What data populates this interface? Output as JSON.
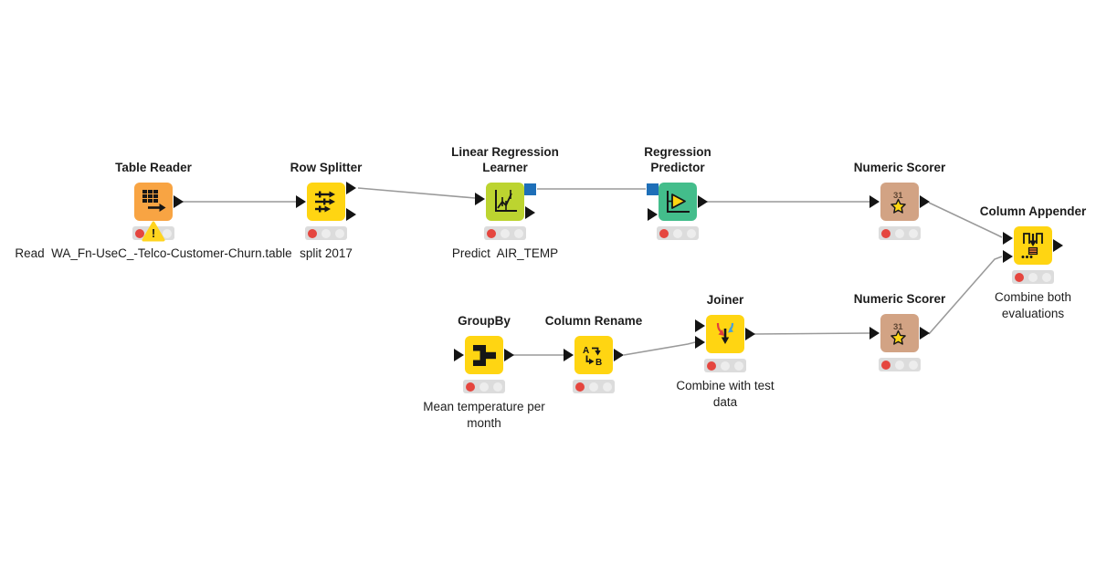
{
  "app": "KNIME workflow canvas",
  "palette": {
    "node_yellow": "#FFD512",
    "node_orange": "#F8A443",
    "node_lime": "#BCD430",
    "node_green": "#43BD8B",
    "node_tan": "#D2A384",
    "model_port_blue": "#1E6FB8",
    "status_red": "#E5463F",
    "warning_yellow": "#FFD41F",
    "edge_gray": "#9A9A9A"
  },
  "nodes": {
    "table_reader": {
      "title": "Table Reader",
      "annotation": "Read  WA_Fn-UseC_-Telco-Customer-Churn.table",
      "traffic_light": "red",
      "warning_badge": "!"
    },
    "row_splitter": {
      "title": "Row Splitter",
      "annotation": "split 2017",
      "traffic_light": "red"
    },
    "linear_regression_learner": {
      "title": "Linear Regression Learner",
      "annotation": "Predict  AIR_TEMP",
      "traffic_light": "red"
    },
    "regression_predictor": {
      "title": "Regression Predictor",
      "traffic_light": "red"
    },
    "numeric_scorer_top": {
      "title": "Numeric Scorer",
      "icon_text": "31",
      "traffic_light": "red"
    },
    "column_appender": {
      "title": "Column Appender",
      "annotation": "Combine both evaluations",
      "traffic_light": "red"
    },
    "groupby": {
      "title": "GroupBy",
      "annotation": "Mean temperature per month",
      "traffic_light": "red"
    },
    "column_rename": {
      "title": "Column Rename",
      "icon_text_a": "A",
      "icon_text_b": "B",
      "traffic_light": "red"
    },
    "joiner": {
      "title": "Joiner",
      "annotation": "Combine with test data",
      "traffic_light": "red"
    },
    "numeric_scorer_bottom": {
      "title": "Numeric Scorer",
      "icon_text": "31",
      "traffic_light": "red"
    }
  },
  "connections": [
    {
      "from": "table_reader",
      "from_port": "data",
      "to": "row_splitter",
      "to_port": "data"
    },
    {
      "from": "row_splitter",
      "from_port": "matching-rows",
      "to": "linear_regression_learner",
      "to_port": "data"
    },
    {
      "from": "linear_regression_learner",
      "from_port": "model",
      "to": "regression_predictor",
      "to_port": "model"
    },
    {
      "from": "regression_predictor",
      "from_port": "data",
      "to": "numeric_scorer_top",
      "to_port": "data"
    },
    {
      "from": "numeric_scorer_top",
      "from_port": "data",
      "to": "column_appender",
      "to_port": "input-1"
    },
    {
      "from": "groupby",
      "from_port": "data",
      "to": "column_rename",
      "to_port": "data"
    },
    {
      "from": "column_rename",
      "from_port": "data",
      "to": "joiner",
      "to_port": "input-2"
    },
    {
      "from": "joiner",
      "from_port": "data",
      "to": "numeric_scorer_bottom",
      "to_port": "data"
    },
    {
      "from": "numeric_scorer_bottom",
      "from_port": "data",
      "to": "column_appender",
      "to_port": "input-2"
    }
  ]
}
